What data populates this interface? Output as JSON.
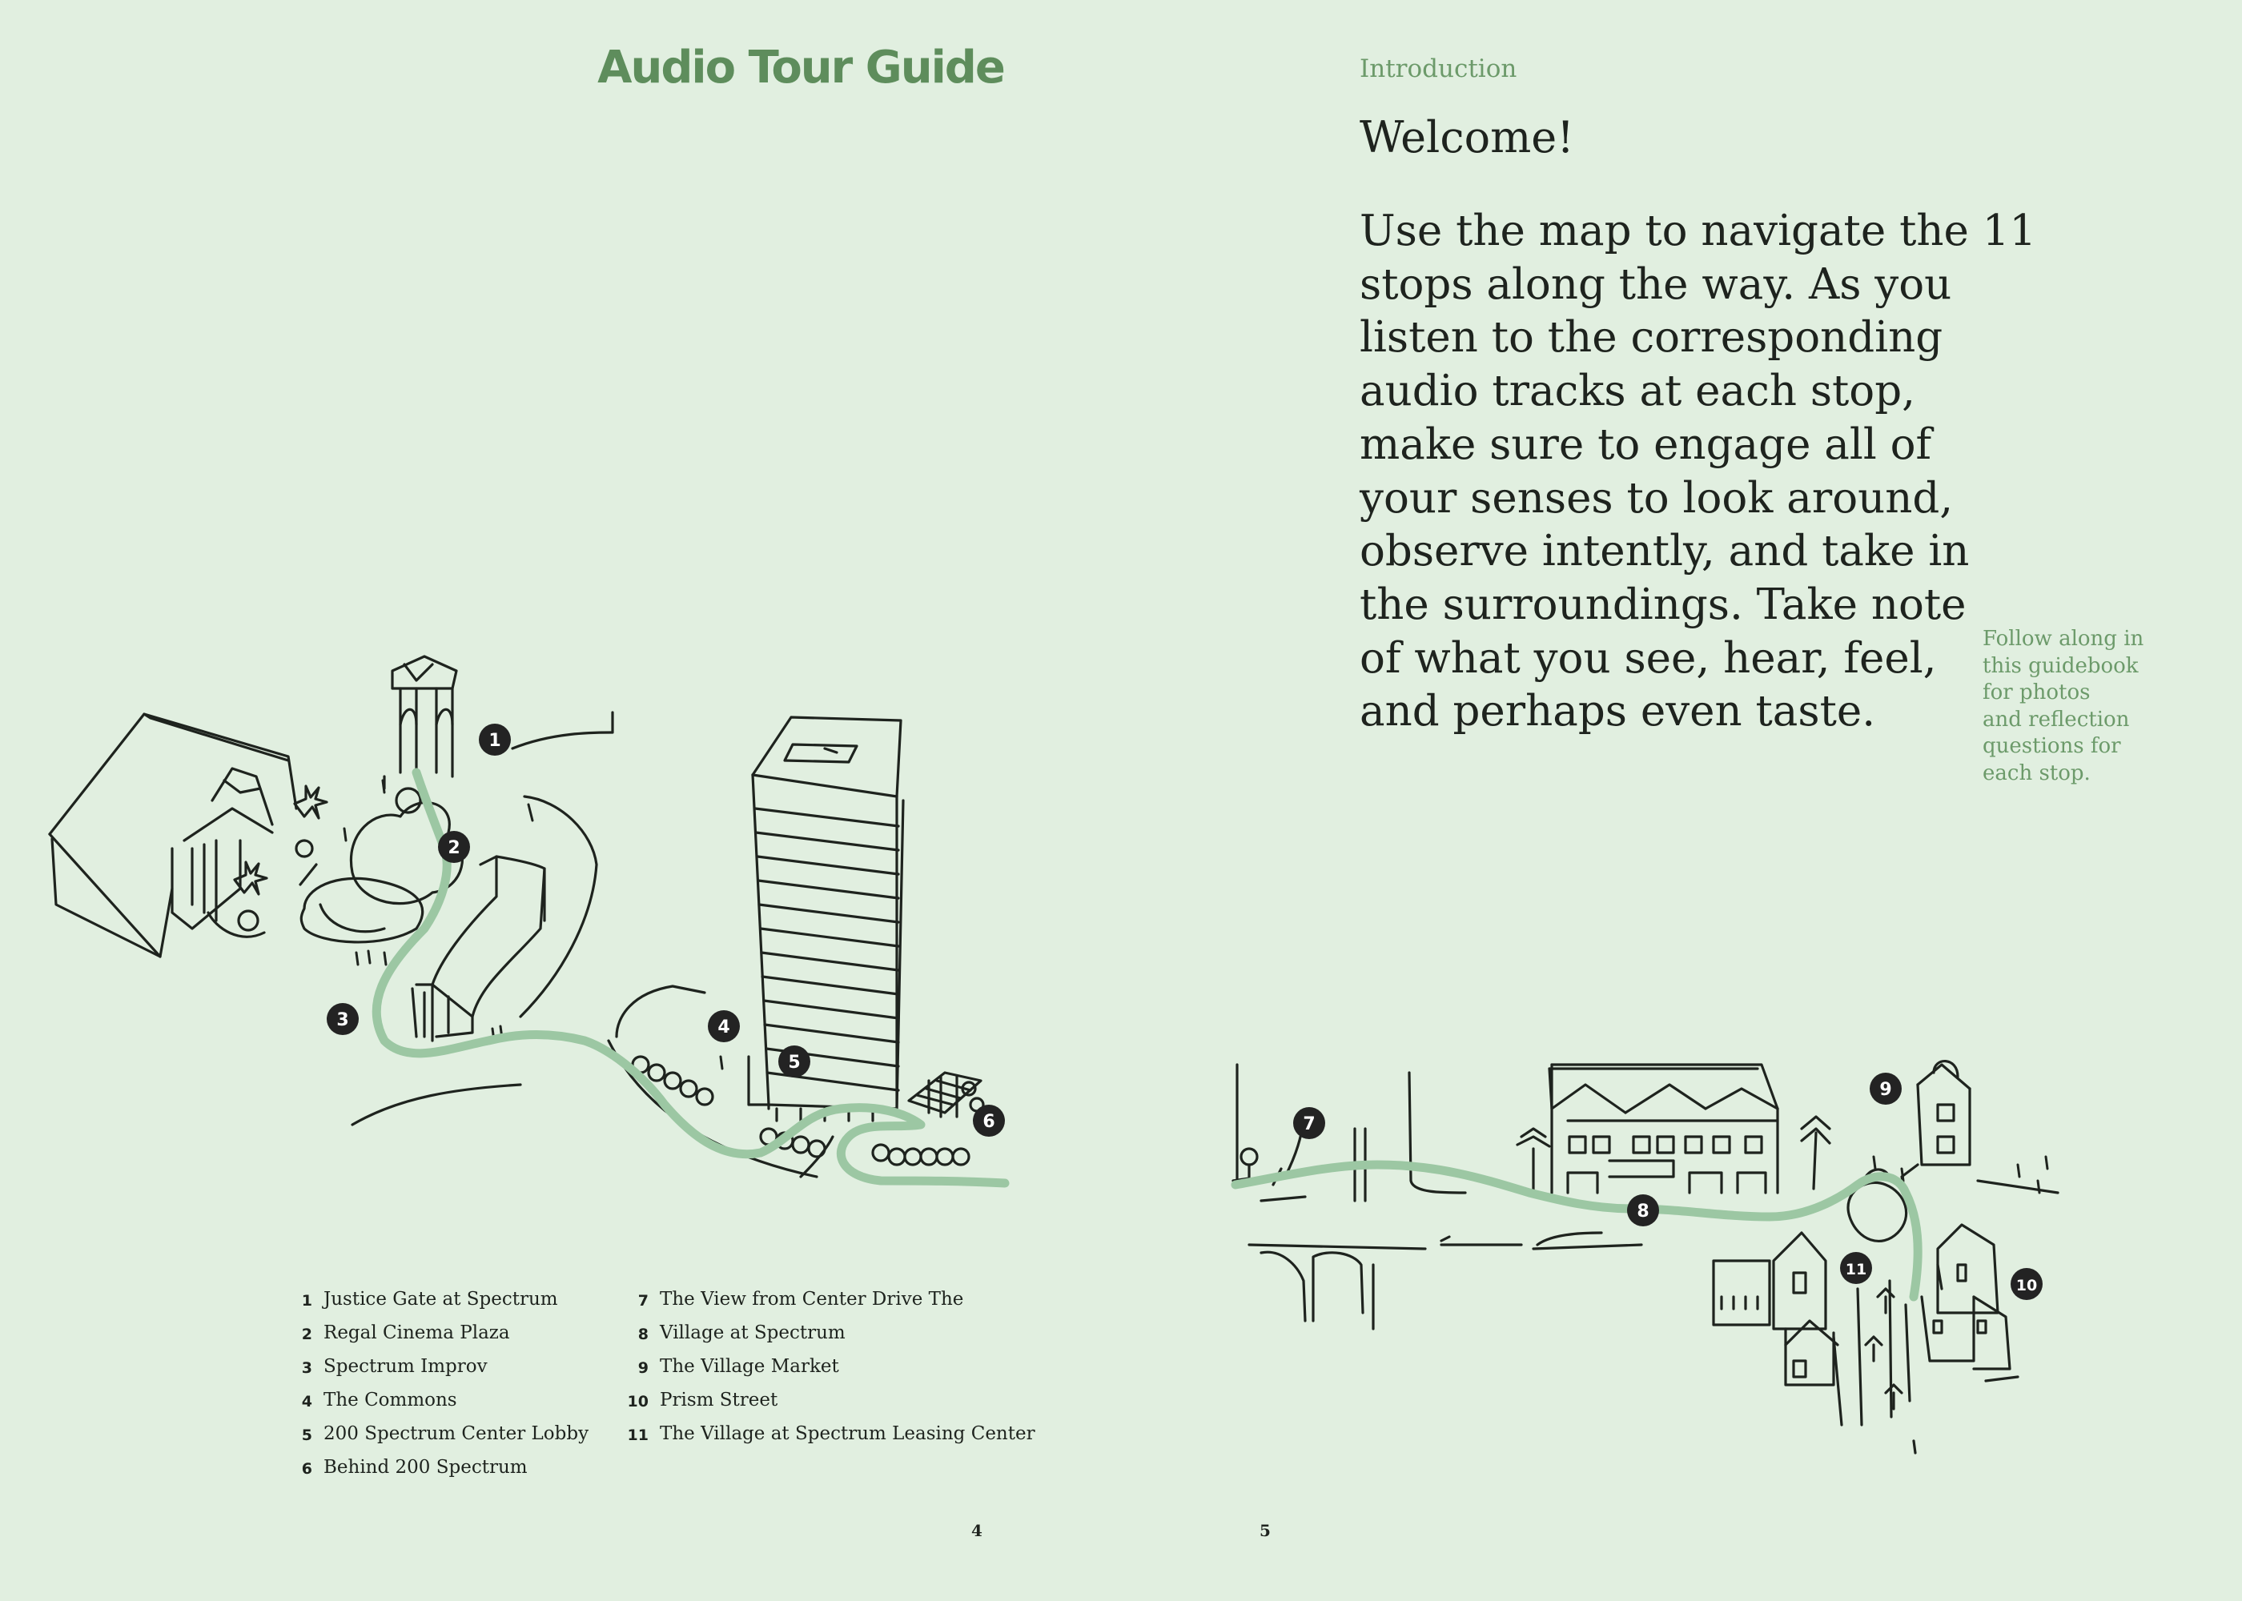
{
  "left_page": {
    "title": "Audio Tour Guide",
    "page_number": "4"
  },
  "right_page": {
    "section_label": "Introduction",
    "heading": "Welcome!",
    "body_lines": [
      "Use the map to navigate the 11",
      "stops along the way. As you",
      "listen to the corresponding",
      "audio tracks at each stop,",
      "make sure to engage all of",
      "your senses to look around,",
      "observe intently, and take in",
      "the surroundings. Take note",
      "of what you see, hear, feel,",
      "and perhaps even taste."
    ],
    "side_note_lines": [
      "Follow along in",
      "this guidebook",
      "for photos",
      "and reflection",
      "questions for",
      "each stop."
    ],
    "page_number": "5"
  },
  "map": {
    "route_color": "#9cc7a3",
    "marker_color": "#232323",
    "ink_color": "#1e231e",
    "markers": [
      "1",
      "2",
      "3",
      "4",
      "5",
      "6",
      "7",
      "8",
      "9",
      "10",
      "11"
    ]
  },
  "legend": {
    "column_1": [
      {
        "number": "1",
        "label": "Justice Gate at Spectrum"
      },
      {
        "number": "2",
        "label": "Regal Cinema Plaza"
      },
      {
        "number": "3",
        "label": "Spectrum Improv"
      },
      {
        "number": "4",
        "label": "The Commons"
      },
      {
        "number": "5",
        "label": "200 Spectrum Center Lobby"
      },
      {
        "number": "6",
        "label": "Behind 200 Spectrum"
      }
    ],
    "column_2": [
      {
        "number": "7",
        "label": "The View from Center Drive The"
      },
      {
        "number": "8",
        "label": "Village at Spectrum"
      },
      {
        "number": "9",
        "label": "The Village Market"
      },
      {
        "number": "10",
        "label": "Prism Street"
      },
      {
        "number": "11",
        "label": "The Village at Spectrum Leasing Center"
      }
    ]
  }
}
